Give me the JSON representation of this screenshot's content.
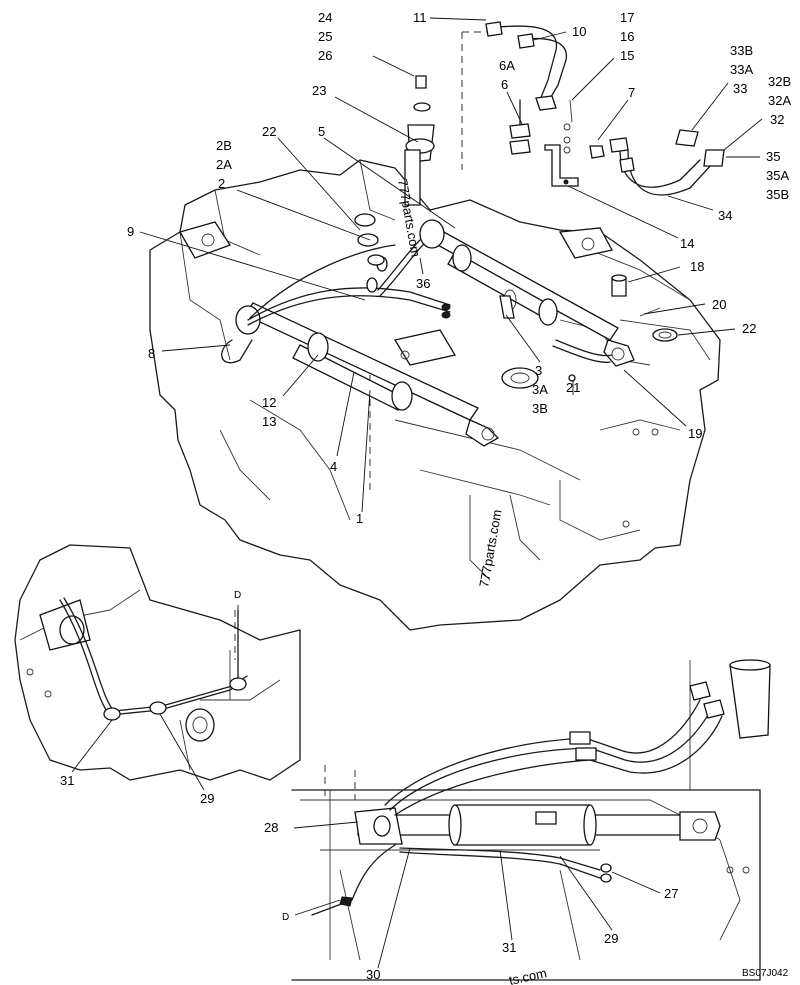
{
  "callouts": {
    "c24": "24",
    "c25": "25",
    "c26": "26",
    "c11": "11",
    "c10": "10",
    "c17": "17",
    "c16": "16",
    "c15": "15",
    "c6a": "6A",
    "c6": "6",
    "c7": "7",
    "c33b": "33B",
    "c33a": "33A",
    "c33": "33",
    "c32b": "32B",
    "c32a": "32A",
    "c32": "32",
    "c35": "35",
    "c35a": "35A",
    "c35b": "35B",
    "c34": "34",
    "c23": "23",
    "c22a": "22",
    "c5": "5",
    "c2b": "2B",
    "c2a": "2A",
    "c2": "2",
    "c9": "9",
    "c36": "36",
    "c14": "14",
    "c18": "18",
    "c20": "20",
    "c22b": "22",
    "c8": "8",
    "c3": "3",
    "c3a": "3A",
    "c3b": "3B",
    "c21": "21",
    "c19": "19",
    "c12": "12",
    "c13": "13",
    "c4": "4",
    "c1": "1",
    "c31a": "31",
    "c29a": "29",
    "c28": "28",
    "c27": "27",
    "c29b": "29",
    "c31b": "31",
    "c30": "30",
    "d1": "D",
    "d2": "D"
  },
  "watermarks": {
    "wm1": "777parts.com",
    "wm2": "777parts.com",
    "wm3": "ts.com"
  },
  "figure_code": "BS07J042"
}
